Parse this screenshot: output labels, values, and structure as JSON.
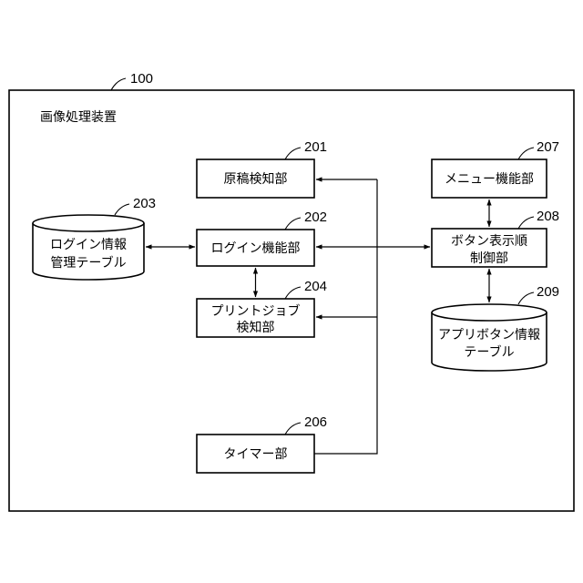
{
  "refs": {
    "device": "100",
    "n201": "201",
    "n202": "202",
    "n203": "203",
    "n204": "204",
    "n206": "206",
    "n207": "207",
    "n208": "208",
    "n209": "209"
  },
  "device_label": "画像処理装置",
  "nodes": {
    "n201": {
      "lines": [
        "原稿検知部"
      ]
    },
    "n202": {
      "lines": [
        "ログイン機能部"
      ]
    },
    "n203": {
      "lines": [
        "ログイン情報",
        "管理テーブル"
      ]
    },
    "n204": {
      "lines": [
        "プリントジョブ",
        "検知部"
      ]
    },
    "n206": {
      "lines": [
        "タイマー部"
      ]
    },
    "n207": {
      "lines": [
        "メニュー機能部"
      ]
    },
    "n208": {
      "lines": [
        "ボタン表示順",
        "制御部"
      ]
    },
    "n209": {
      "lines": [
        "アプリボタン情報",
        "テーブル"
      ]
    }
  },
  "colors": {
    "stroke": "#000000",
    "fill": "#ffffff"
  }
}
